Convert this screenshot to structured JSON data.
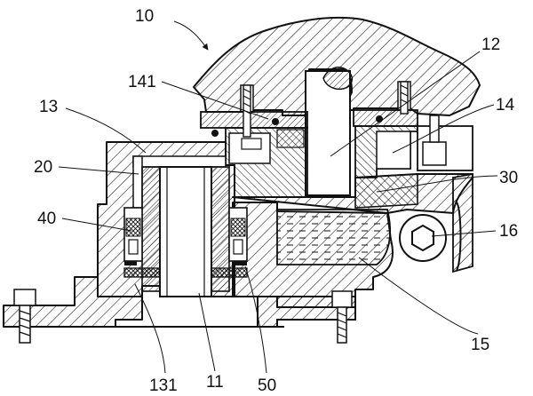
{
  "labels": {
    "assembly": "10",
    "part_12": "12",
    "part_141": "141",
    "part_13": "13",
    "part_14": "14",
    "part_20": "20",
    "part_30": "30",
    "part_40": "40",
    "part_16": "16",
    "part_15": "15",
    "part_131": "131",
    "part_11": "11",
    "part_50": "50"
  }
}
